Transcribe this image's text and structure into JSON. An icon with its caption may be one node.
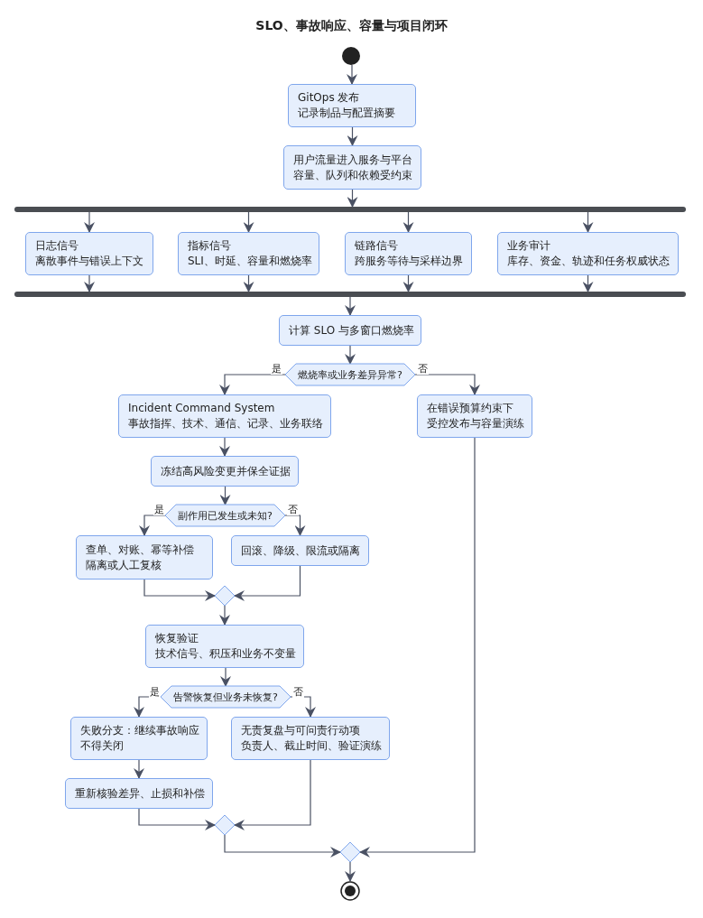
{
  "diagram": {
    "title": "SLO、事故响应、容量与项目闭环",
    "nodes": [
      {
        "text": [],
        "shape": "circle"
      },
      {
        "text": [
          "GitOps 发布",
          "记录制品与配置摘要"
        ]
      },
      {
        "text": [
          "用户流量进入服务与平台",
          "容量、队列和依赖受约束"
        ]
      },
      {
        "text": [],
        "shape": "bar"
      },
      {
        "text": [
          "日志信号",
          "离散事件与错误上下文"
        ]
      },
      {
        "text": [
          "指标信号",
          "SLI、时延、容量和燃烧率"
        ]
      },
      {
        "text": [
          "链路信号",
          "跨服务等待与采样边界"
        ]
      },
      {
        "text": [
          "业务审计",
          "库存、资金、轨迹和任务权威状态"
        ]
      },
      {
        "text": [],
        "shape": "bar"
      },
      {
        "text": [
          "计算 SLO 与多窗口燃烧率"
        ]
      },
      {
        "text": [
          "燃烧率或业务差异异常?"
        ]
      },
      {
        "text": [
          "Incident Command System",
          "事故指挥、技术、通信、记录、业务联络"
        ]
      },
      {
        "text": [
          "在错误预算约束下",
          "受控发布与容量演练"
        ]
      },
      {
        "text": [
          "冻结高风险变更并保全证据"
        ]
      },
      {
        "text": [
          "副作用已发生或未知?"
        ]
      },
      {
        "text": [
          "查单、对账、幂等补偿",
          "隔离或人工复核"
        ]
      },
      {
        "text": [
          "回滚、降级、限流或隔离"
        ]
      },
      {
        "text": [],
        "shape": "diamond"
      },
      {
        "text": [
          "恢复验证",
          "技术信号、积压和业务不变量"
        ]
      },
      {
        "text": [
          "告警恢复但业务未恢复?"
        ]
      },
      {
        "text": [
          "失败分支：继续事故响应",
          "不得关闭"
        ]
      },
      {
        "text": [
          "无责复盘与可问责行动项",
          "负责人、截止时间、验证演练"
        ]
      },
      {
        "text": [
          "重新核验差异、止损和补偿"
        ]
      },
      {
        "text": [],
        "shape": "diamond"
      },
      {
        "text": [],
        "shape": "diamond"
      },
      {
        "text": [],
        "shape": "circle"
      }
    ],
    "edges": [
      {
        "from": 0,
        "to": 1,
        "arrow": "to"
      },
      {
        "from": 1,
        "to": 2,
        "arrow": "to"
      },
      {
        "from": 2,
        "to": 3,
        "arrow": "to"
      },
      {
        "from": 3,
        "to": 4,
        "arrow": "to"
      },
      {
        "from": 3,
        "to": 5,
        "arrow": "to"
      },
      {
        "from": 3,
        "to": 6,
        "arrow": "to"
      },
      {
        "from": 3,
        "to": 7,
        "arrow": "to"
      },
      {
        "from": 4,
        "to": 8,
        "arrow": "to"
      },
      {
        "from": 5,
        "to": 8,
        "arrow": "to"
      },
      {
        "from": 6,
        "to": 8,
        "arrow": "to"
      },
      {
        "from": 7,
        "to": 8,
        "arrow": "to"
      },
      {
        "from": 8,
        "to": 9,
        "arrow": "to"
      },
      {
        "from": 9,
        "to": 10,
        "arrow": "to"
      },
      {
        "from": 10,
        "to": 11,
        "arrow": "to",
        "label": "是"
      },
      {
        "from": 10,
        "to": 12,
        "arrow": "to",
        "label": "否"
      },
      {
        "from": 11,
        "to": 13,
        "arrow": "to"
      },
      {
        "from": 13,
        "to": 14,
        "arrow": "to"
      },
      {
        "from": 14,
        "to": 15,
        "arrow": "to",
        "label": "是"
      },
      {
        "from": 14,
        "to": 16,
        "arrow": "to",
        "label": "否"
      },
      {
        "from": 15,
        "to": 17,
        "arrow": "to"
      },
      {
        "from": 16,
        "to": 17,
        "arrow": "to"
      },
      {
        "from": 17,
        "to": 18,
        "arrow": "to"
      },
      {
        "from": 18,
        "to": 19,
        "arrow": "to"
      },
      {
        "from": 19,
        "to": 20,
        "arrow": "to",
        "label": "是"
      },
      {
        "from": 19,
        "to": 21,
        "arrow": "to",
        "label": "否"
      },
      {
        "from": 20,
        "to": 22,
        "arrow": "to"
      },
      {
        "from": 22,
        "to": 23,
        "arrow": "to"
      },
      {
        "from": 21,
        "to": 23,
        "arrow": "to"
      },
      {
        "from": 23,
        "to": 24,
        "arrow": "to"
      },
      {
        "from": 12,
        "to": 24,
        "arrow": "to"
      },
      {
        "from": 24,
        "to": 25,
        "arrow": "to"
      }
    ]
  }
}
